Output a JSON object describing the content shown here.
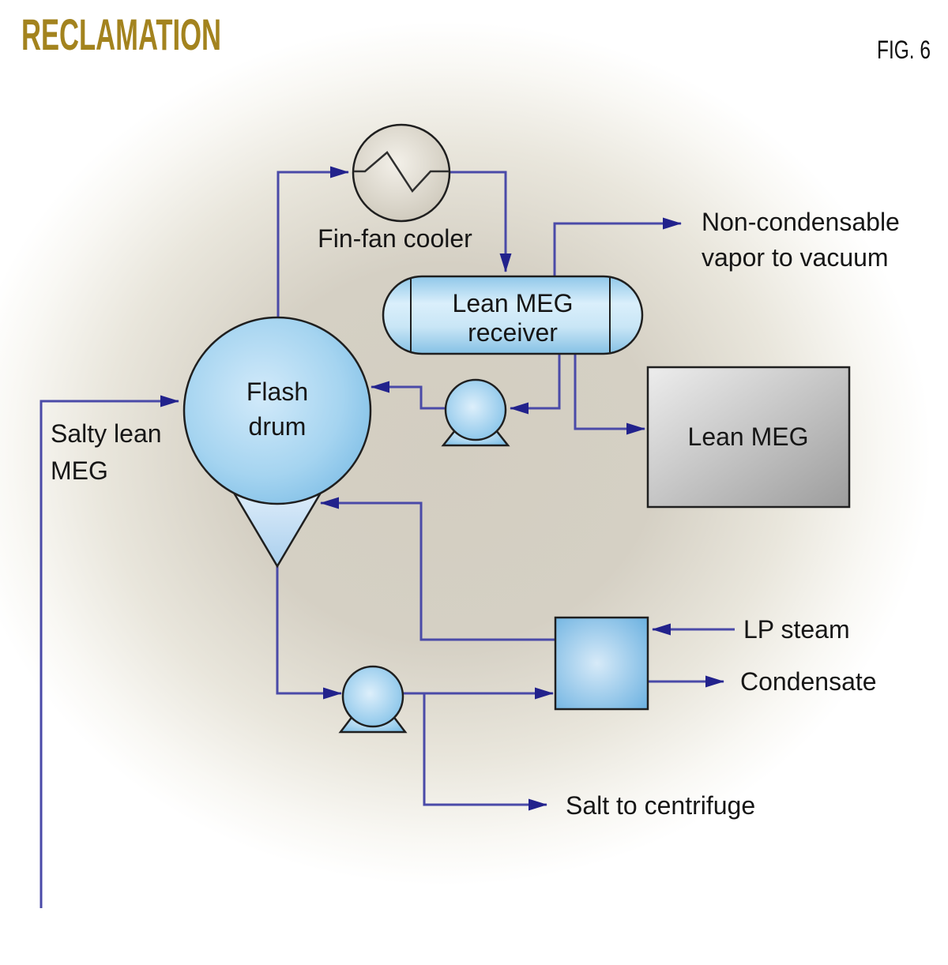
{
  "header": {
    "title": "RECLAMATION",
    "figure": "FIG. 6"
  },
  "equipment": {
    "fin_fan_cooler": {
      "label": "Fin-fan cooler"
    },
    "lean_meg_receiver": {
      "lines": [
        "Lean MEG",
        "receiver"
      ]
    },
    "flash_drum": {
      "lines": [
        "Flash",
        "drum"
      ]
    },
    "lean_meg_tank": {
      "label": "Lean MEG"
    }
  },
  "streams": {
    "salty_lean_meg": {
      "lines": [
        "Salty lean",
        "MEG"
      ]
    },
    "non_condensable": {
      "lines": [
        "Non-condensable",
        "vapor to vacuum"
      ]
    },
    "lp_steam": {
      "label": "LP steam"
    },
    "condensate": {
      "label": "Condensate"
    },
    "salt_to_centrifuge": {
      "label": "Salt to centrifuge"
    }
  },
  "colors": {
    "title_gold": "#a3831e",
    "pipe_line": "#4a4aa8",
    "arrowhead": "#22228c",
    "equipment_blue": "#8cc6e8",
    "cone_blue": "#bcd9f0",
    "tank_gray": "#b4b4b4",
    "cooler_tan": "#cfc9bc",
    "text": "#161616",
    "background_beige": "#d4cfc2"
  }
}
